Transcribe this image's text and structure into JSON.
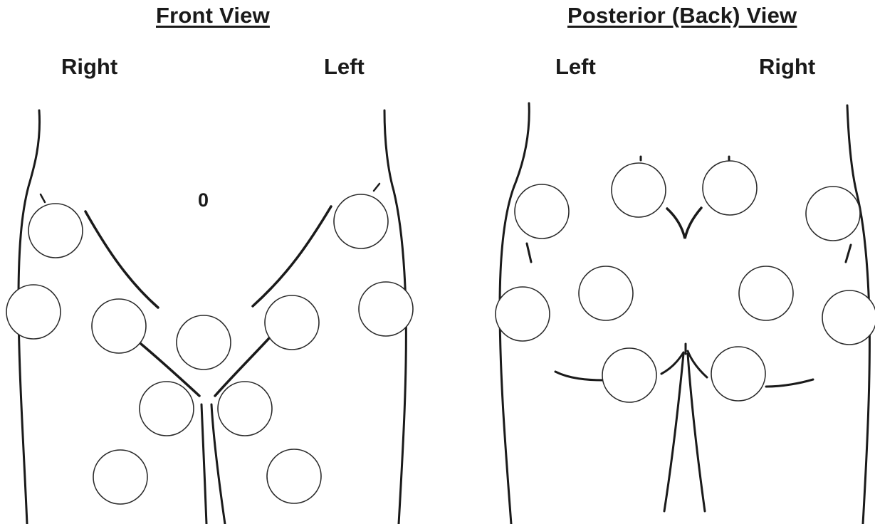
{
  "front": {
    "title": "Front View",
    "right_label": "Right",
    "left_label": "Left",
    "navel_mark": "0"
  },
  "back": {
    "title": "Posterior (Back) View",
    "left_label": "Left",
    "right_label": "Right"
  }
}
